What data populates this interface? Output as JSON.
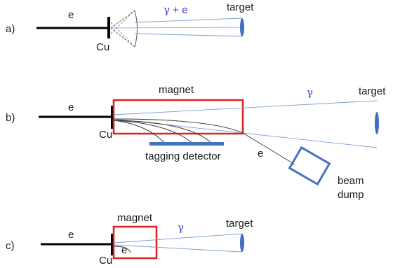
{
  "panels": {
    "a": {
      "label": "a)",
      "beam_label": "e",
      "converter_label": "Cu",
      "output_gamma": "γ",
      "output_rest": " + e",
      "target_label": "target"
    },
    "b": {
      "label": "b)",
      "beam_label": "e",
      "converter_label": "Cu",
      "magnet_label": "magnet",
      "gamma_label": "γ",
      "target_label": "target",
      "detector_label": "tagging detector",
      "deflected_label": "e",
      "dump_label_line1": "beam",
      "dump_label_line2": "dump"
    },
    "c": {
      "label": "c)",
      "beam_label": "e",
      "converter_label": "Cu",
      "magnet_label": "magnet",
      "curl_label": "e",
      "gamma_label": "γ",
      "target_label": "target"
    }
  },
  "colors": {
    "beam": "#000000",
    "magnet": "#e02020",
    "gamma_cone": "#7a9cd6",
    "target": "#3f6fc0",
    "detector": "#4472c4",
    "greek_text": "#3a3ad0"
  }
}
